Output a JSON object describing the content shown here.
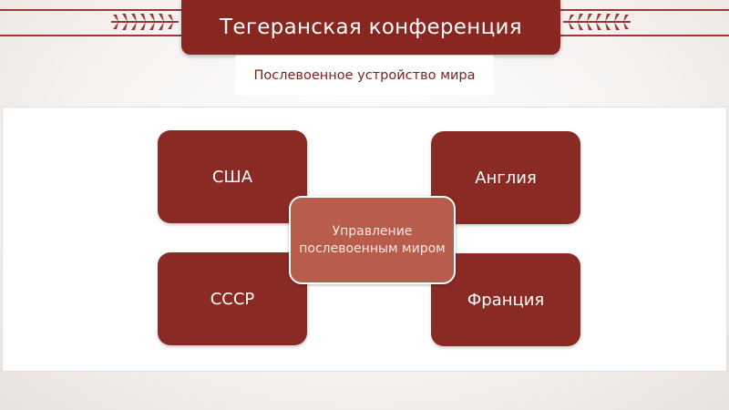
{
  "slide": {
    "title": "Тегеранская конференция",
    "subtitle": "Послевоенное устройство мира"
  },
  "diagram": {
    "nodes": [
      "США",
      "Англия",
      "СССР",
      "Франция"
    ],
    "center": "Управление послевоенным миром"
  },
  "colors": {
    "accent": "#8a2620",
    "node": "#8a2a25",
    "center": "#b85c4c",
    "ornament": "#9a3a33"
  },
  "icons": [
    "wheat-ornament-icon"
  ]
}
